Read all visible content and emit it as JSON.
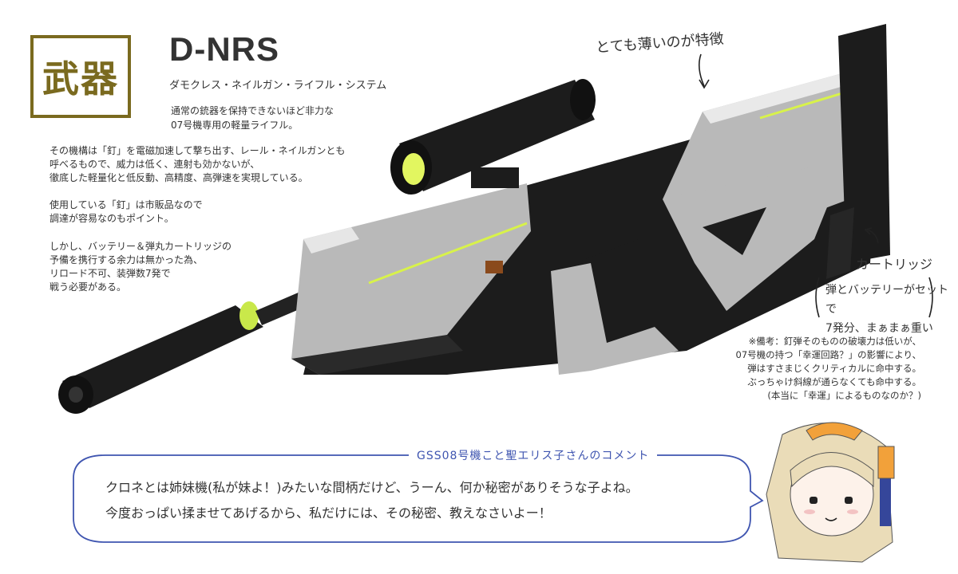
{
  "stamp": {
    "text": "武器"
  },
  "weapon": {
    "name": "D-NRS",
    "subtitle": "ダモクレス・ネイルガン・ライフル・システム",
    "intro": [
      "通常の銃器を保持できないほど非力な",
      "07号機専用の軽量ライフル。"
    ],
    "paragraphs": [
      [
        "その機構は「釘」を電磁加速して撃ち出す、レール・ネイルガンとも",
        "呼べるもので、威力は低く、連射も効かないが、",
        "徹底した軽量化と低反動、高精度、高弾速を実現している。"
      ],
      [
        "使用している「釘」は市販品なので",
        "調達が容易なのもポイント。"
      ],
      [
        "しかし、バッテリー＆弾丸カートリッジの",
        "予備を携行する余力は無かった為、",
        "リロード不可、装弾数7発で",
        "戦う必要がある。"
      ]
    ]
  },
  "annotations": {
    "thin_feature": "とても薄いのが特徴",
    "cartridge_label": "カートリッジ",
    "cartridge_note": [
      "弾とバッテリーがセットで",
      "7発分、まぁまぁ重い"
    ]
  },
  "remarks": [
    "※備考：釘弾そのものの破壊力は低いが、",
    "07号機の持つ「幸運回路？」の影響により、",
    "弾はすさまじくクリティカルに命中する。",
    "ぶっちゃけ斜線が通らなくても命中する。",
    "(本当に「幸運」によるものなのか？)"
  ],
  "comment": {
    "title": "GSS08号機こと聖エリス子さんのコメント",
    "lines": [
      "クロネとは姉妹機(私が妹よ！)みたいな間柄だけど、うーん、何か秘密がありそうな子よね。",
      "今度おっぱい揉ませてあげるから、私だけには、その秘密、教えなさいよー！"
    ]
  },
  "colors": {
    "stamp": "#7a6a1f",
    "gun_black": "#1c1c1c",
    "gun_gray": "#b9b9b9",
    "accent_lime": "#d8f24a",
    "comment_blue": "#3f55b0",
    "hair": "#eadcb8"
  }
}
